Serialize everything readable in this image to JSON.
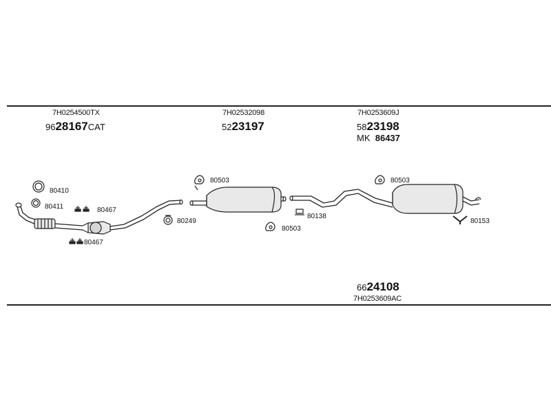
{
  "colors": {
    "line": "#222222",
    "part_fill": "#e9e9e9",
    "part_shade": "#bdbdbd",
    "background": "#ffffff"
  },
  "assemblies": [
    {
      "code": "7H0254500TX",
      "prefix": "96",
      "main": "28167",
      "suffix": "CAT"
    },
    {
      "code": "7H02532098",
      "prefix": "52",
      "main": "23197",
      "suffix": ""
    },
    {
      "code": "7H0253609J",
      "prefix": "58",
      "main": "23198",
      "suffix": ""
    }
  ],
  "mk": {
    "prefix": "MK",
    "main": "86437"
  },
  "kit": {
    "prefix": "66",
    "main": "24108",
    "code": "7H0253609AC"
  },
  "parts": {
    "p80410": "80410",
    "p80411": "80411",
    "p80467_a": "80467",
    "p80467_b": "80467",
    "p80249": "80249",
    "p80503_a": "80503",
    "p80503_b": "80503",
    "p80138": "80138",
    "p80503_c": "80503",
    "p80153": "80153"
  }
}
